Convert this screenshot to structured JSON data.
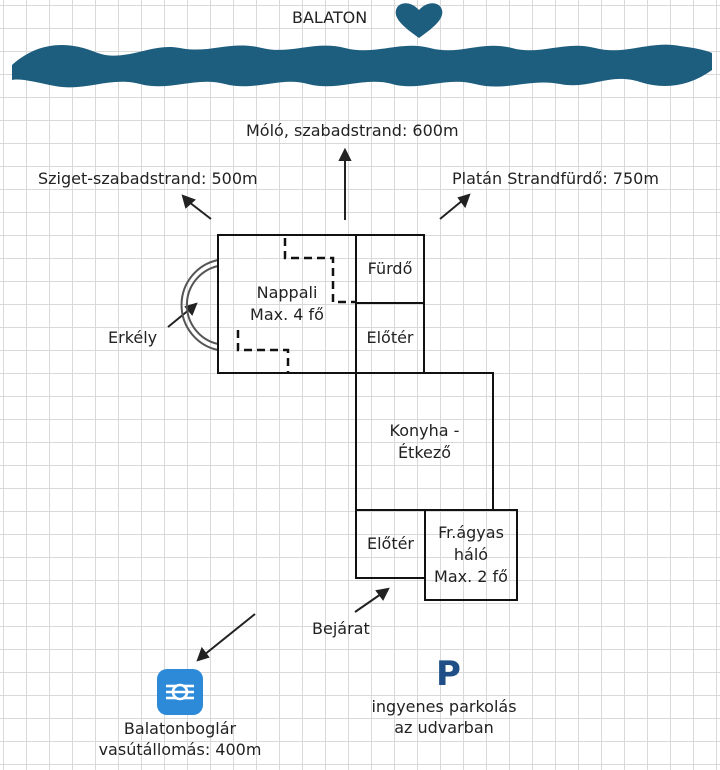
{
  "title": "BALATON",
  "colors": {
    "lake": "#1d5d7e",
    "heart": "#1d5d7e",
    "parking": "#1f4f86",
    "train_icon": "#2d8ad8"
  },
  "directions": {
    "molo": "Móló, szabadstrand: 600m",
    "sziget": "Sziget-szabadstrand: 500m",
    "platan": "Platán Strandfürdő: 750m"
  },
  "rooms": {
    "nappali": {
      "name": "Nappali",
      "capacity": "Max. 4 fő"
    },
    "furdo": "Fürdő",
    "eloter_top": "Előtér",
    "konyha": {
      "line1": "Konyha -",
      "line2": "Étkező"
    },
    "eloter_bottom": "Előtér",
    "halo": {
      "line1": "Fr.ágyas",
      "line2": "háló",
      "line3": "Max. 2 fő"
    }
  },
  "labels": {
    "erkely": "Erkély",
    "bejarat": "Bejárat"
  },
  "station": {
    "line1": "Balatonboglár",
    "line2": "vasútállomás: 400m",
    "icon": "train-station-icon"
  },
  "parking": {
    "symbol": "P",
    "line1": "ingyenes parkolás",
    "line2": "az udvarban"
  }
}
